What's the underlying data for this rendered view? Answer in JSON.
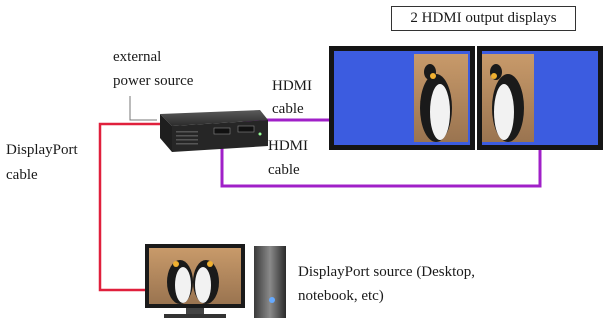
{
  "labels": {
    "title": "2 HDMI output displays",
    "power_line1": "external",
    "power_line2": "power source",
    "hdmi1_line1": "HDMI",
    "hdmi1_line2": "cable",
    "hdmi2_line1": "HDMI",
    "hdmi2_line2": "cable",
    "dp_line1": "DisplayPort",
    "dp_line2": "cable",
    "source_line1": "DisplayPort source (Desktop,",
    "source_line2": "notebook, etc)"
  },
  "colors": {
    "hdmi_cable": "#a020c8",
    "dp_cable": "#e0203c",
    "screen": "#3c5ce0",
    "bezel": "#151515",
    "adapter": "#2e2e2e"
  }
}
